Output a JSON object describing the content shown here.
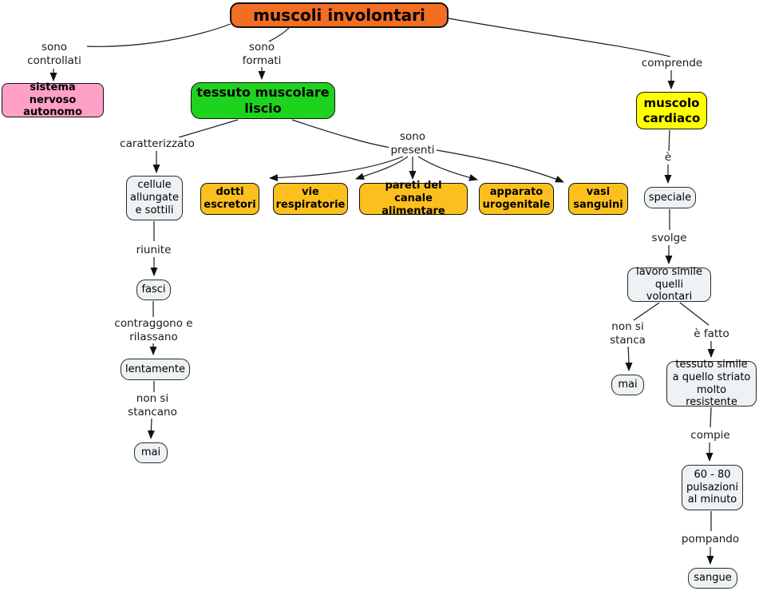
{
  "diagram_title": "muscoli involontari",
  "colors": {
    "root_fill": "#f26e22",
    "pink_fill": "#ffa0c6",
    "green_fill": "#1ed31e",
    "yellow_fill": "#ffff00",
    "amber_fill": "#fcc01e",
    "light_fill": "#edf2f4",
    "line": "#1a1a1a"
  },
  "nodes": {
    "root": "muscoli involontari",
    "sistema_nervoso": "sistema nervoso\nautonomo",
    "tessuto_liscio": "tessuto muscolare\nliscio",
    "muscolo_cardiaco": "muscolo\ncardiaco",
    "cellule": "cellule\nallungate\ne sottili",
    "dotti": "dotti\nescretori",
    "vie": "vie\nrespiratorie",
    "pareti": "pareti del\ncanale alimentare",
    "apparato": "apparato\nurogenitale",
    "vasi": "vasi\nsanguini",
    "fasci": "fasci",
    "lentamente": "lentamente",
    "mai_sinistra": "mai",
    "speciale": "speciale",
    "lavoro": "lavoro simile\nquelli volontari",
    "mai_destra": "mai",
    "tessuto_striato": "tessuto simile\na quello striato\nmolto resistente",
    "pulsazioni": "60 - 80\npulsazioni\nal minuto",
    "sangue": "sangue"
  },
  "links": {
    "sono_controllati": "sono\ncontrollati",
    "sono_formati": "sono\nformati",
    "comprende": "comprende",
    "caratterizzato": "caratterizzato",
    "sono_presenti": "sono\npresenti",
    "riunite": "riunite",
    "contraggono": "contraggono e\nrilassano",
    "non_si_stancano": "non si\nstancano",
    "e": "è",
    "svolge": "svolge",
    "non_si_stanca": "non si\nstanca",
    "e_fatto": "è fatto",
    "compie": "compie",
    "pompando": "pompando"
  }
}
